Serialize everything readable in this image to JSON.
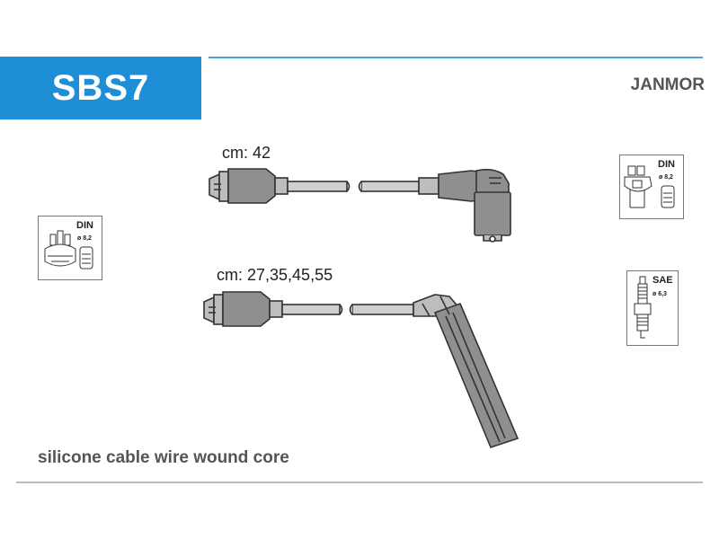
{
  "header": {
    "code": "SBS7",
    "brand": "JANMOR",
    "accent_color": "#1e8fd6"
  },
  "cables": [
    {
      "length_label": "cm: 42"
    },
    {
      "length_label": "cm: 27,35,45,55"
    }
  ],
  "connectors": {
    "left_distributor": {
      "standard": "DIN",
      "diameter": "ø 8,2",
      "icon": "distributor-cap-icon"
    },
    "right_distributor": {
      "standard": "DIN",
      "diameter": "ø 8,2",
      "icon": "distributor-cap-icon"
    },
    "spark_plug": {
      "standard": "SAE",
      "diameter": "ø 6,3",
      "icon": "spark-plug-icon"
    }
  },
  "footer": {
    "note": "silicone cable wire wound core"
  }
}
